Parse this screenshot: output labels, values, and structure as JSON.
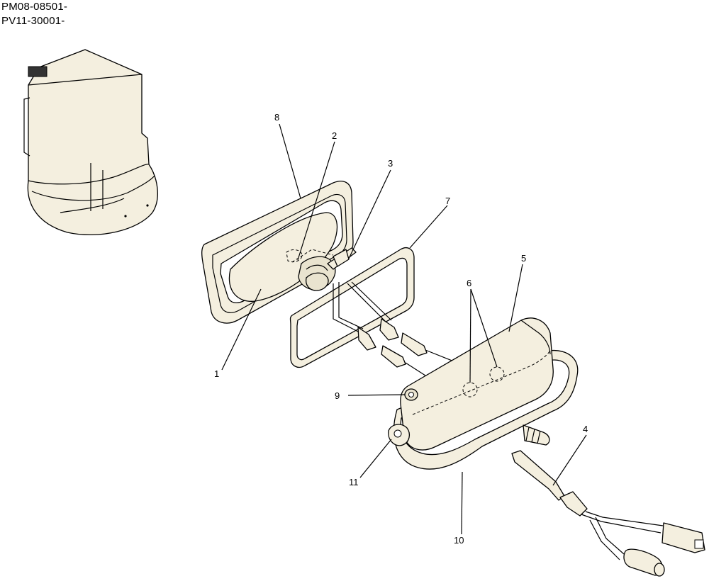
{
  "serial_numbers": [
    "PM08-08501-",
    "PV11-30001-"
  ],
  "callouts": {
    "c1": "1",
    "c2": "2",
    "c3": "3",
    "c4": "4",
    "c5": "5",
    "c6": "6",
    "c7": "7",
    "c8": "8",
    "c9": "9",
    "c10": "10",
    "c11": "11"
  },
  "colors": {
    "part_fill": "#f4efdf",
    "line": "#000000",
    "background": "#ffffff"
  }
}
